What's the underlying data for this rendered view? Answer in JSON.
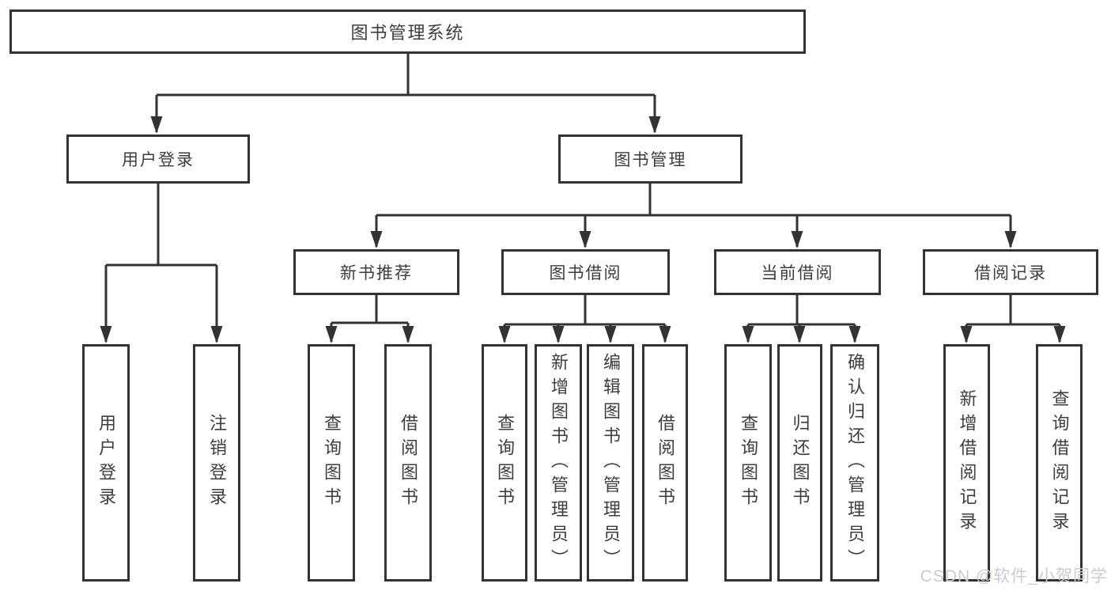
{
  "tree": {
    "root": {
      "label": "图书管理系统"
    },
    "branches": [
      {
        "label": "用户登录",
        "children": [
          {
            "label": "用户登录"
          },
          {
            "label": "注销登录"
          }
        ]
      },
      {
        "label": "图书管理",
        "children": [
          {
            "label": "新书推荐",
            "children": [
              {
                "label": "查询图书"
              },
              {
                "label": "借阅图书"
              }
            ]
          },
          {
            "label": "图书借阅",
            "children": [
              {
                "label": "查询图书"
              },
              {
                "label": "新增图书（管理员）"
              },
              {
                "label": "编辑图书（管理员）"
              },
              {
                "label": "借阅图书"
              }
            ]
          },
          {
            "label": "当前借阅",
            "children": [
              {
                "label": "查询图书"
              },
              {
                "label": "归还图书"
              },
              {
                "label": "确认归还（管理员）"
              }
            ]
          },
          {
            "label": "借阅记录",
            "children": [
              {
                "label": "新增借阅记录"
              },
              {
                "label": "查询借阅记录"
              }
            ]
          }
        ]
      }
    ]
  },
  "watermark": {
    "text": "CSDN @软件_小贺同学"
  },
  "colors": {
    "line": "#333333",
    "border": "#333333",
    "text": "#3d3d3d",
    "background": "#ffffff",
    "watermark": "#c8ccd2"
  }
}
